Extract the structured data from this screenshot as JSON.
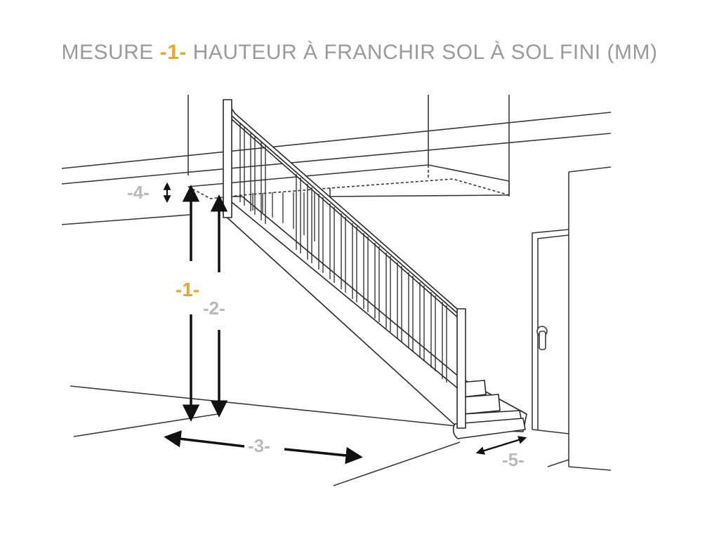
{
  "title": {
    "prefix": "MESURE",
    "highlight": "-1-",
    "suffix": "HAUTEUR À FRANCHIR SOL À SOL FINI (MM)"
  },
  "labels": {
    "m1": "-1-",
    "m2": "-2-",
    "m3": "-3-",
    "m4": "-4-",
    "m5": "-5-"
  },
  "colors": {
    "highlight": "#f0a51e",
    "label_gray": "#b9b9b9",
    "title_gray": "#9a9a9a",
    "line": "#2a2a2a",
    "arrow": "#111111"
  }
}
